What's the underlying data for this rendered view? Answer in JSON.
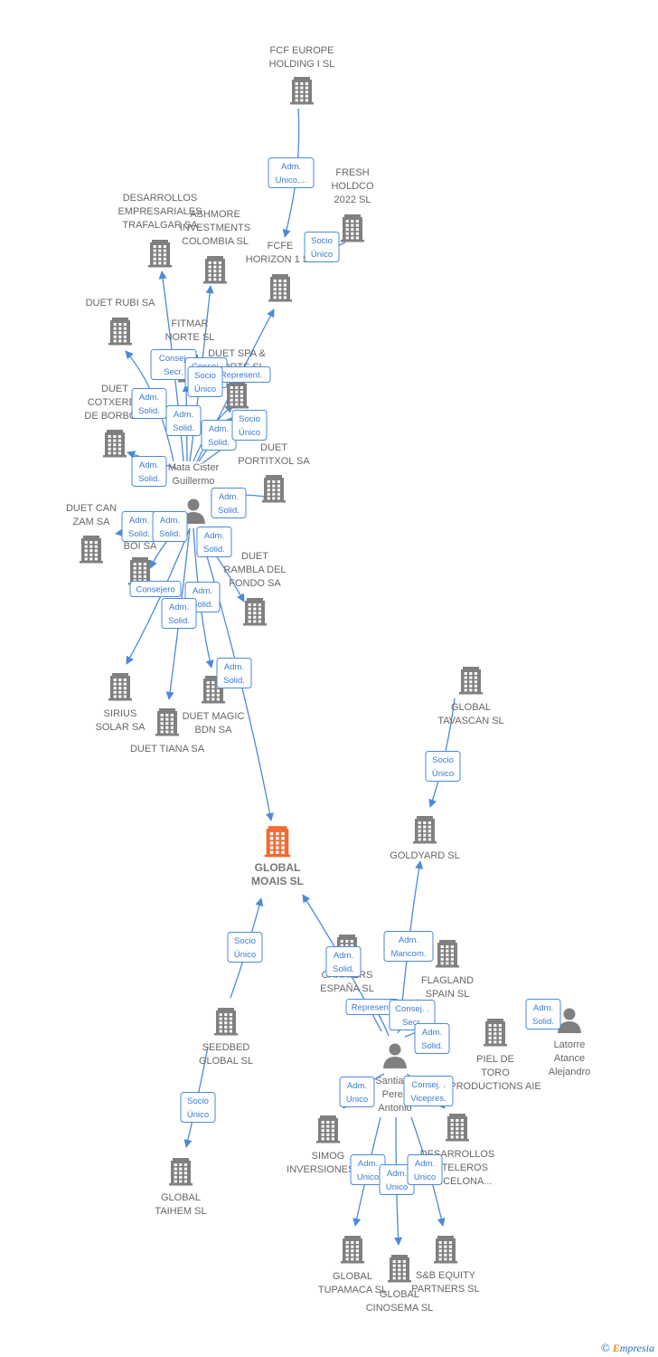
{
  "colors": {
    "building": "#808080",
    "focus": "#f26a35",
    "edge": "#4a8ad8",
    "label": "#666666"
  },
  "watermark": {
    "symbol": "©",
    "brand_initial": "E",
    "brand_rest": "mpresia"
  },
  "nodes": [
    {
      "id": "fcf_europe",
      "kind": "company",
      "lines": [
        "FCF EUROPE",
        "HOLDING I  SL"
      ]
    },
    {
      "id": "fresh",
      "kind": "company",
      "lines": [
        "FRESH",
        "HOLDCO",
        "2022  SL"
      ]
    },
    {
      "id": "fcfe",
      "kind": "company",
      "lines": [
        "FCFE",
        "HORIZON 1 SL"
      ]
    },
    {
      "id": "trafalgar",
      "kind": "company",
      "lines": [
        "DESARROLLOS",
        "EMPRESARIALES",
        "TRAFALGAR SA"
      ]
    },
    {
      "id": "ashmore",
      "kind": "company",
      "lines": [
        "ASHMORE",
        "INVESTMENTS",
        "COLOMBIA SL"
      ]
    },
    {
      "id": "rubi",
      "kind": "company",
      "lines": [
        "DUET RUBI SA"
      ]
    },
    {
      "id": "fitmar",
      "kind": "company",
      "lines": [
        "FITMAR",
        "NORTE SL"
      ]
    },
    {
      "id": "duet_spa",
      "kind": "company",
      "lines": [
        "DUET SPA &",
        "SPORTS SL"
      ]
    },
    {
      "id": "cotxeres",
      "kind": "company",
      "lines": [
        "DUET",
        "COTXERES",
        "DE BORBO..."
      ]
    },
    {
      "id": "portitxol",
      "kind": "company",
      "lines": [
        "DUET",
        "PORTITXOL SA"
      ]
    },
    {
      "id": "mata",
      "kind": "person",
      "lines": [
        "Mata Cister",
        "Guillermo"
      ]
    },
    {
      "id": "can_zam",
      "kind": "company",
      "lines": [
        "DUET CAN",
        "ZAM SA"
      ]
    },
    {
      "id": "boi",
      "kind": "company",
      "lines": [
        "DUET",
        "BOI SA"
      ]
    },
    {
      "id": "rambla",
      "kind": "company",
      "lines": [
        "DUET",
        "RAMBLA DEL",
        "FONDO SA"
      ]
    },
    {
      "id": "sirius",
      "kind": "company",
      "lines": [
        "SIRIUS",
        "SOLAR SA"
      ]
    },
    {
      "id": "magic",
      "kind": "company",
      "lines": [
        "DUET MAGIC",
        "BDN SA"
      ]
    },
    {
      "id": "tiana",
      "kind": "company",
      "lines": [
        "DUET TIANA SA"
      ]
    },
    {
      "id": "tavascan",
      "kind": "company",
      "lines": [
        "GLOBAL",
        "TAVASCAN  SL"
      ]
    },
    {
      "id": "goldyard",
      "kind": "company",
      "lines": [
        "GOLDYARD SL"
      ]
    },
    {
      "id": "moais",
      "kind": "focus",
      "lines": [
        "GLOBAL",
        "MOAIS  SL"
      ]
    },
    {
      "id": "flagland",
      "kind": "company",
      "lines": [
        "FLAGLAND",
        "SPAIN SL"
      ]
    },
    {
      "id": "carriers",
      "kind": "company",
      "lines": [
        "CARRIERS",
        "ESPAÑA  SL"
      ]
    },
    {
      "id": "seedbed",
      "kind": "company",
      "lines": [
        "SEEDBED",
        "GLOBAL  SL"
      ]
    },
    {
      "id": "latorre",
      "kind": "person",
      "lines": [
        "Latorre",
        "Atance",
        "Alejandro"
      ]
    },
    {
      "id": "piel",
      "kind": "company",
      "lines": [
        "PIEL DE",
        "TORO",
        "PRODUCTIONS AIE"
      ]
    },
    {
      "id": "santiago",
      "kind": "person",
      "lines": [
        "Santiago",
        "Perez",
        "Antonio"
      ]
    },
    {
      "id": "simog",
      "kind": "company",
      "lines": [
        "SIMOG",
        "INVERSIONES SL"
      ]
    },
    {
      "id": "hoteleros",
      "kind": "company",
      "lines": [
        "DESARROLLOS",
        "HOTELEROS",
        "BARCELONA..."
      ]
    },
    {
      "id": "taihem",
      "kind": "company",
      "lines": [
        "GLOBAL",
        "TAIHEM SL"
      ]
    },
    {
      "id": "tupamaca",
      "kind": "company",
      "lines": [
        "GLOBAL",
        "TUPAMACA SL"
      ]
    },
    {
      "id": "cinosema",
      "kind": "company",
      "lines": [
        "GLOBAL",
        "CINOSEMA SL"
      ]
    },
    {
      "id": "sb_equity",
      "kind": "company",
      "lines": [
        "S&B EQUITY",
        "PARTNERS  SL"
      ]
    }
  ],
  "relations": [
    {
      "from": "fcf_europe",
      "to": "fcfe",
      "lines": [
        "Adm.",
        "Unico,..."
      ]
    },
    {
      "from": "fresh",
      "to": "fcfe",
      "lines": [
        "Socio",
        "Único"
      ]
    },
    {
      "from": "mata",
      "to": "trafalgar",
      "lines": [
        "Consej.",
        "Secr."
      ]
    },
    {
      "from": "mata",
      "to": "ashmore",
      "lines": [
        "Consej.",
        "Secr."
      ]
    },
    {
      "from": "mata",
      "to": "fcfe",
      "lines": [
        "Represent."
      ]
    },
    {
      "from": "mata",
      "to": "rubi",
      "lines": [
        "Adm.",
        "Solid."
      ]
    },
    {
      "from": "mata",
      "to": "fitmar",
      "lines": [
        "Adm.",
        "Solid."
      ]
    },
    {
      "from": "mata",
      "to": "duet_spa",
      "lines": [
        "Socio",
        "Único"
      ]
    },
    {
      "from": "mata",
      "to": "duet_spa",
      "lines": [
        "Adm.",
        "Solid."
      ]
    },
    {
      "from": "mata",
      "to": "portitxol",
      "lines": [
        "Socio",
        "Único"
      ]
    },
    {
      "from": "mata",
      "to": "cotxeres",
      "lines": [
        "Adm.",
        "Solid."
      ]
    },
    {
      "from": "mata",
      "to": "portitxol",
      "lines": [
        "Adm.",
        "Solid."
      ]
    },
    {
      "from": "mata",
      "to": "can_zam",
      "lines": [
        "Adm.",
        "Solid."
      ]
    },
    {
      "from": "mata",
      "to": "boi",
      "lines": [
        "Adm.",
        "Solid."
      ]
    },
    {
      "from": "mata",
      "to": "rambla",
      "lines": [
        "Adm.",
        "Solid."
      ]
    },
    {
      "from": "mata",
      "to": "sirius",
      "lines": [
        "Consejero"
      ]
    },
    {
      "from": "mata",
      "to": "magic",
      "lines": [
        "Adm.",
        "Solid."
      ]
    },
    {
      "from": "mata",
      "to": "tiana",
      "lines": [
        "Adm.",
        "Solid."
      ]
    },
    {
      "from": "mata",
      "to": "moais",
      "lines": [
        "Adm.",
        "Solid."
      ]
    },
    {
      "from": "tavascan",
      "to": "goldyard",
      "lines": [
        "Socio",
        "Único"
      ]
    },
    {
      "from": "seedbed",
      "to": "moais",
      "lines": [
        "Socio",
        "Único"
      ]
    },
    {
      "from": "santiago",
      "to": "moais",
      "lines": [
        "Adm.",
        "Solid."
      ]
    },
    {
      "from": "santiago",
      "to": "goldyard",
      "lines": [
        "Adm.",
        "Mancom."
      ]
    },
    {
      "from": "santiago",
      "to": "carriers",
      "lines": [
        "Represent."
      ]
    },
    {
      "from": "santiago",
      "to": "flagland",
      "lines": [
        "Consej. .",
        "Secr."
      ]
    },
    {
      "from": "santiago",
      "to": "flagland",
      "lines": [
        "Adm.",
        "Solid."
      ]
    },
    {
      "from": "latorre",
      "to": "piel",
      "lines": [
        "Adm.",
        "Solid."
      ]
    },
    {
      "from": "santiago",
      "to": "simog",
      "lines": [
        "Adm.",
        "Unico"
      ]
    },
    {
      "from": "santiago",
      "to": "hoteleros",
      "lines": [
        "Consej. .",
        "Vicepres."
      ]
    },
    {
      "from": "seedbed",
      "to": "taihem",
      "lines": [
        "Socio",
        "Único"
      ]
    },
    {
      "from": "santiago",
      "to": "tupamaca",
      "lines": [
        "Adm.",
        "Unico"
      ]
    },
    {
      "from": "santiago",
      "to": "cinosema",
      "lines": [
        "Adm.",
        "Unico"
      ]
    },
    {
      "from": "santiago",
      "to": "sb_equity",
      "lines": [
        "Adm.",
        "Unico"
      ]
    }
  ]
}
